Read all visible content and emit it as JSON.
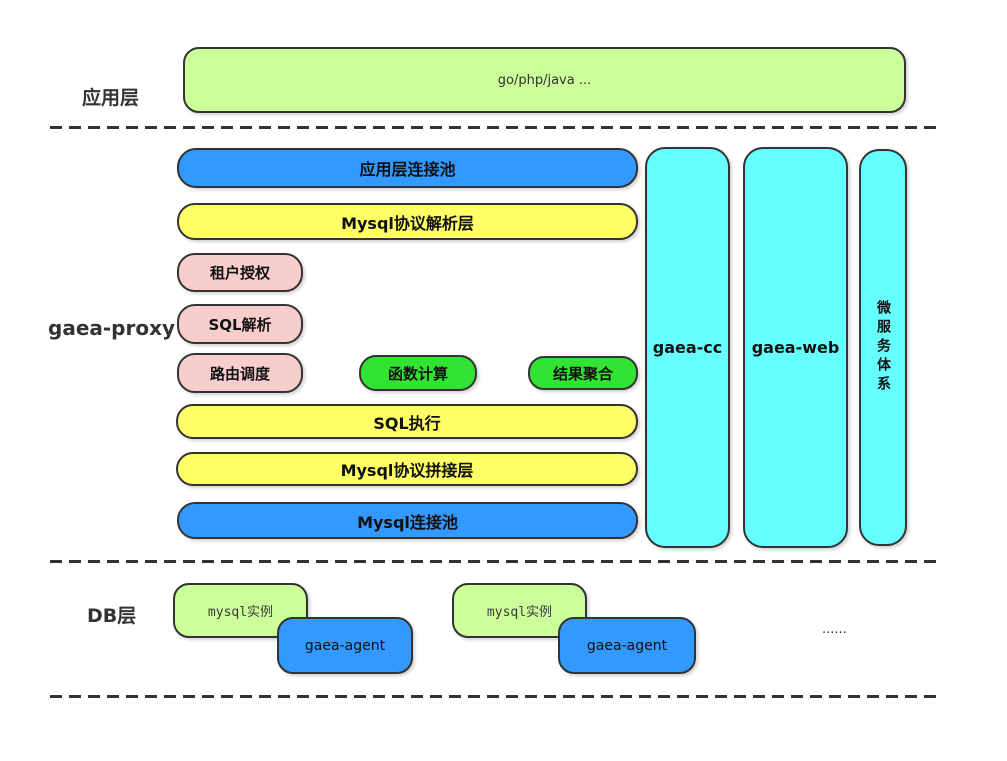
{
  "app_layer": {
    "label": "应用层",
    "runtime_box": "go/php/java ..."
  },
  "proxy_layer": {
    "label": "gaea-proxy",
    "app_conn_pool": "应用层连接池",
    "mysql_protocol_parse": "Mysql协议解析层",
    "tenant_auth": "租户授权",
    "sql_parse": "SQL解析",
    "route_dispatch": "路由调度",
    "func_compute": "函数计算",
    "result_merge": "结果聚合",
    "sql_execute": "SQL执行",
    "mysql_protocol_assemble": "Mysql协议拼接层",
    "mysql_conn_pool": "Mysql连接池",
    "gaea_cc": "gaea-cc",
    "gaea_web": "gaea-web",
    "microservice_system": "微服务体系"
  },
  "db_layer": {
    "label": "DB层",
    "mysql_instance_1": "mysql实例",
    "gaea_agent_1": "gaea-agent",
    "mysql_instance_2": "mysql实例",
    "gaea_agent_2": "gaea-agent",
    "ellipsis": "......"
  },
  "colors": {
    "light_green": "#ccff99",
    "blue": "#3399ff",
    "yellow": "#ffff66",
    "pink": "#f8cecc",
    "bright_green": "#33e333",
    "cyan": "#66ffff",
    "border": "#333333",
    "background": "#ffffff"
  }
}
